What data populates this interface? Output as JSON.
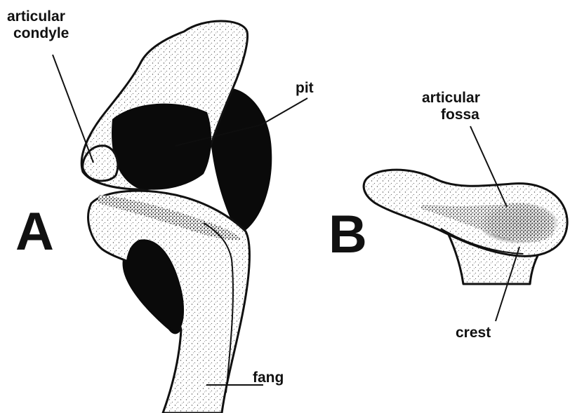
{
  "panels": {
    "a": {
      "letter": "A"
    },
    "b": {
      "letter": "B"
    }
  },
  "labels": {
    "articular_condyle_line1": "articular",
    "articular_condyle_line2": "condyle",
    "pit": "pit",
    "fang": "fang",
    "articular_fossa_line1": "articular",
    "articular_fossa_line2": "fossa",
    "crest": "crest"
  }
}
